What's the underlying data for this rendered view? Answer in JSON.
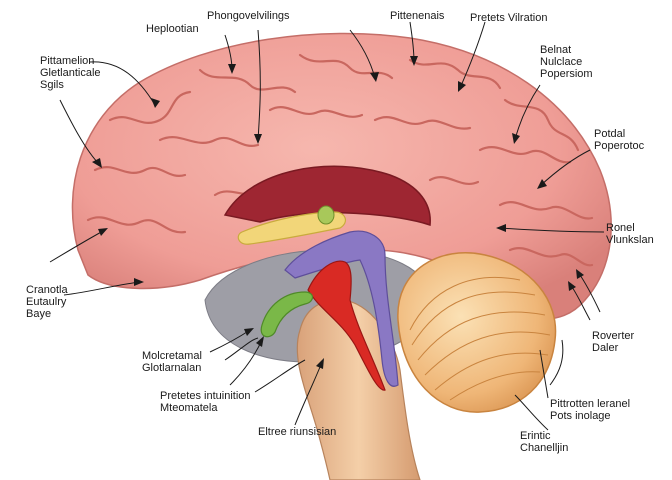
{
  "labels": {
    "phongovelvings": [
      "Phongovelvilings"
    ],
    "heplootian": [
      "Heplootian"
    ],
    "pittenenais": [
      "Pittenenais"
    ],
    "pretets_vilration": [
      "Pretets Vilration"
    ],
    "pittamelion": [
      "Pittamelion",
      "Gletlanticale",
      "Sgils"
    ],
    "belnat": [
      "Belnat",
      "Nulclace",
      "Popersiom"
    ],
    "potdal": [
      "Potdal",
      "Poperotoc"
    ],
    "ronel": [
      "Ronel",
      "Vlunkslan"
    ],
    "cranotla": [
      "Cranotla",
      "Eutaulry",
      "Baye"
    ],
    "roverter": [
      "Roverter",
      "Daler"
    ],
    "molcretamal": [
      "Molcretamal",
      "Glotlarnalan"
    ],
    "pretetes": [
      "Pretetes intuinition",
      "Mteomatela"
    ],
    "eltree": [
      "Eltree riunsisian"
    ],
    "pittrotlen": [
      "Pittrotten leranel",
      "Pots inolage"
    ],
    "erintic": [
      "Erintic",
      "Chanelljin"
    ]
  },
  "colors": {
    "cortex": "#ef9d96",
    "cortex_dark": "#c9675f",
    "cerebellum": "#efb677",
    "brainstem": "#e9b68c",
    "corpus_callosum": "#f2d679",
    "fornix_purple": "#8a78c4",
    "red_tract": "#d92a24",
    "green_tract": "#7ab848",
    "gray_matter": "#9e9ea6"
  }
}
